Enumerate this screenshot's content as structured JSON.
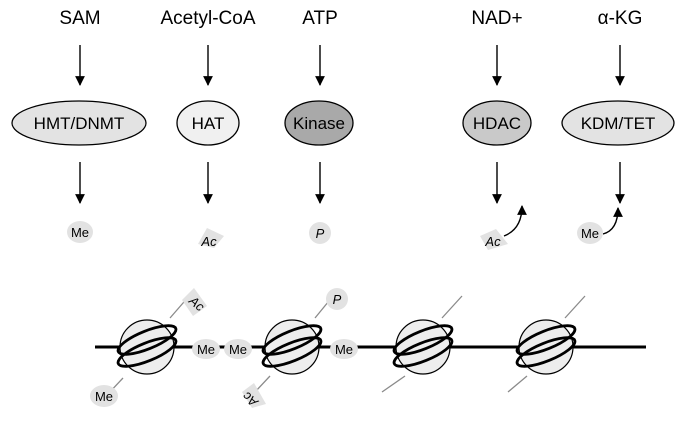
{
  "metabolites": {
    "sam": "SAM",
    "acetyl_coa": "Acetyl-CoA",
    "atp": "ATP",
    "nad": "NAD+",
    "akg": "α-KG"
  },
  "enzymes": {
    "hmt_dnmt": "HMT/DNMT",
    "hat": "HAT",
    "kinase": "Kinase",
    "hdac": "HDAC",
    "kdm_tet": "KDM/TET"
  },
  "marks": {
    "methyl": "Me",
    "acetyl": "Ac",
    "phospho": "P"
  },
  "colors": {
    "writer_fill": "#e3e3e3",
    "hat_fill": "#f0f0f0",
    "kinase_fill": "#a9a9a9",
    "hdac_fill": "#c9c9c9",
    "kdm_fill": "#e3e3e3",
    "mark_fill": "#e2e2e2",
    "nucleosome_fill": "#ededed",
    "tail_color": "#8a8a8a",
    "dna_color": "#000000"
  }
}
